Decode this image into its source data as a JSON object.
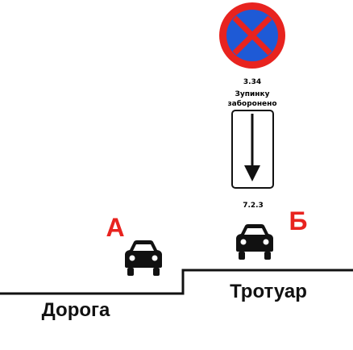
{
  "sign_main": {
    "code": "3.34",
    "name_line1": "Зупинку",
    "name_line2": "заборонено",
    "colors": {
      "fill": "#1e5ad6",
      "border": "#e8231f",
      "cross": "#e8231f"
    }
  },
  "sign_plate": {
    "code": "7.2.3",
    "icon": "down-arrow-icon"
  },
  "positions": {
    "a_label": "А",
    "b_label": "Б"
  },
  "areas": {
    "road_label": "Дорога",
    "sidewalk_label": "Тротуар"
  },
  "colors": {
    "label_red": "#e8231f",
    "line": "#111111"
  }
}
